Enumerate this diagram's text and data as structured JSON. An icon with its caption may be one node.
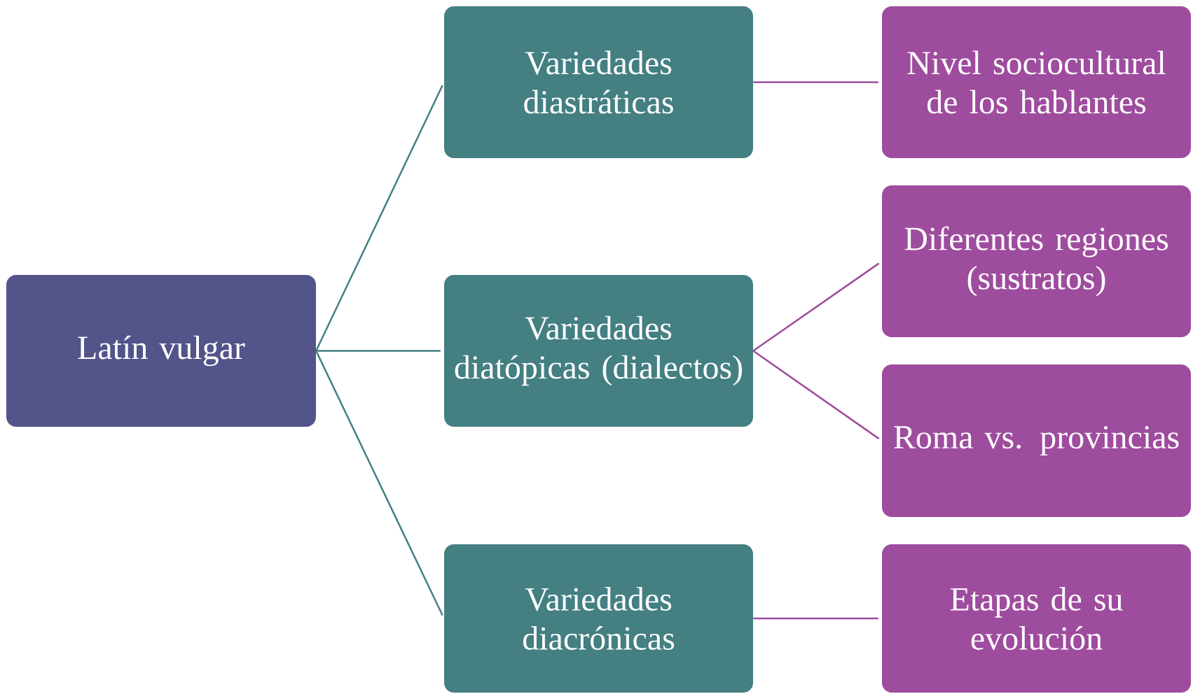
{
  "diagram": {
    "nodes": [
      {
        "text": [
          "Latín vulgar"
        ]
      },
      {
        "text": [
          "Variedades diastráticas"
        ]
      },
      {
        "text": [
          "Variedades diatópicas (dialectos)"
        ]
      },
      {
        "text": [
          "Variedades diacrónicas"
        ]
      },
      {
        "text": [
          "Nivel sociocultural de los hablantes"
        ]
      },
      {
        "text": [
          "Diferentes regiones (sustratos)"
        ]
      },
      {
        "text": [
          "Roma vs. provincias"
        ]
      },
      {
        "text": [
          "Etapas de su evolución"
        ]
      }
    ],
    "edges": [
      {
        "from": 0,
        "to": 1,
        "arrow": "none",
        "color": "#447f82"
      },
      {
        "from": 0,
        "to": 2,
        "arrow": "none",
        "color": "#447f82"
      },
      {
        "from": 0,
        "to": 3,
        "arrow": "none",
        "color": "#447f82"
      },
      {
        "from": 1,
        "to": 4,
        "arrow": "none"
      },
      {
        "from": 2,
        "to": 5,
        "arrow": "none"
      },
      {
        "from": 2,
        "to": 6,
        "arrow": "none"
      },
      {
        "from": 3,
        "to": 7,
        "arrow": "none"
      }
    ]
  }
}
